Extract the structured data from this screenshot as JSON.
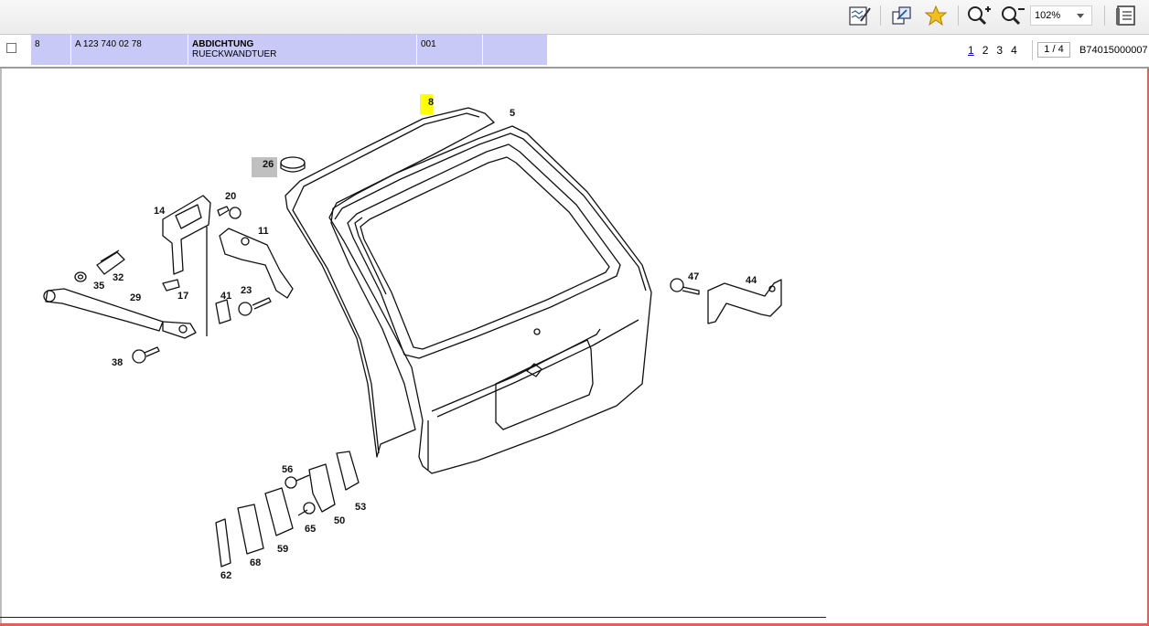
{
  "toolbar": {
    "zoom_value": "102%",
    "icons": [
      "edit-notes-icon",
      "link-icon",
      "favorite-star-icon",
      "zoom-in-icon",
      "zoom-out-icon",
      "document-list-icon"
    ]
  },
  "part_row": {
    "position": "8",
    "part_number": "A 123 740 02 78",
    "name": "ABDICHTUNG",
    "description": "RUECKWANDTUER",
    "quantity": "001"
  },
  "pager": {
    "pages": [
      "1",
      "2",
      "3",
      "4"
    ],
    "current_page": "1",
    "page_indicator": "1 / 4",
    "document_id": "B74015000007"
  },
  "diagram": {
    "highlighted_callout": "8",
    "selected_callout": "26",
    "callouts": [
      "8",
      "5",
      "26",
      "20",
      "14",
      "11",
      "32",
      "35",
      "17",
      "29",
      "41",
      "23",
      "38",
      "47",
      "44",
      "56",
      "53",
      "50",
      "65",
      "59",
      "68",
      "62"
    ],
    "colors": {
      "highlight": "#ffff00",
      "selected": "#c0c0c0",
      "row": "#c9c9f7"
    }
  }
}
